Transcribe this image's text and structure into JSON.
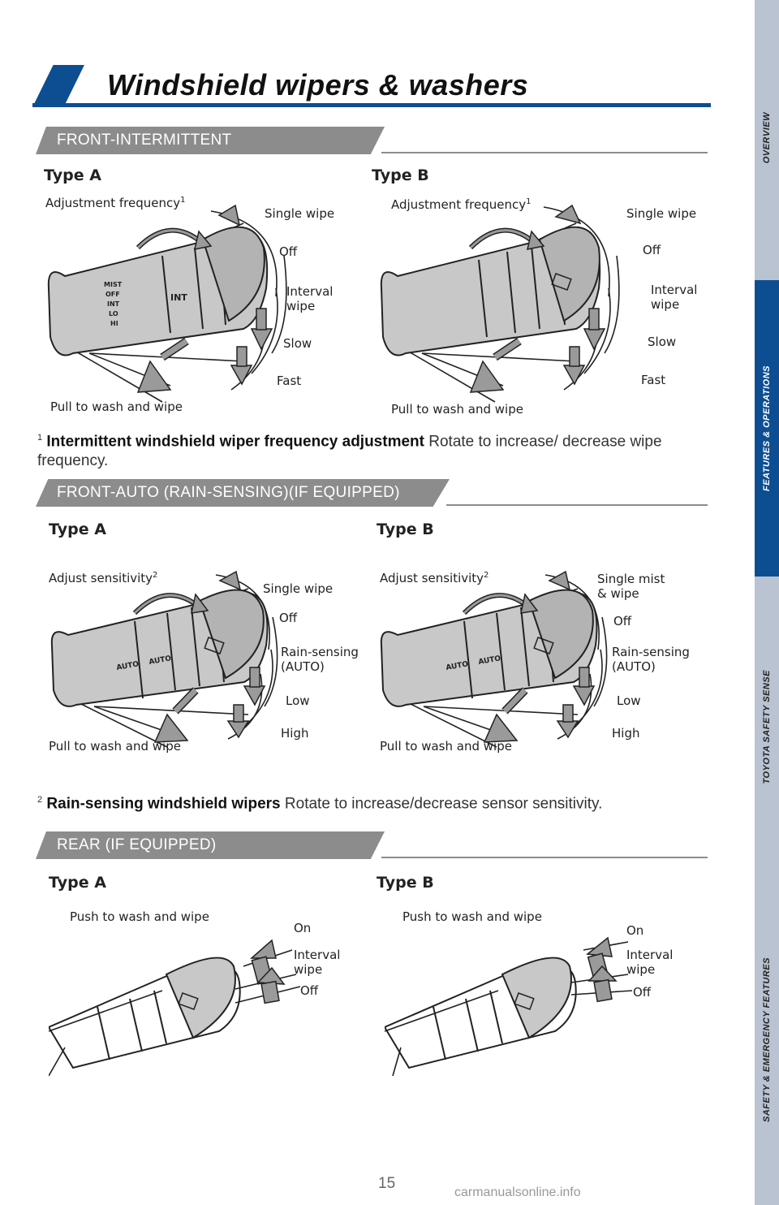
{
  "title": "Windshield wipers & washers",
  "sections": {
    "front_intermittent": {
      "header": "FRONT-INTERMITTENT",
      "type_a": {
        "label": "Type A",
        "adjust": "Adjustment frequency",
        "adjust_sup": "1",
        "single": "Single wipe",
        "off": "Off",
        "interval": "Interval\nwipe",
        "slow": "Slow",
        "fast": "Fast",
        "pull": "Pull to wash and wipe",
        "stalk_marks": [
          "MIST",
          "OFF",
          "INT",
          "LO",
          "HI"
        ],
        "int_mark": "INT"
      },
      "type_b": {
        "label": "Type B",
        "adjust": "Adjustment frequency",
        "adjust_sup": "1",
        "single": "Single wipe",
        "off": "Off",
        "interval": "Interval\nwipe",
        "slow": "Slow",
        "fast": "Fast",
        "pull": "Pull to wash and wipe"
      },
      "note_sup": "1",
      "note_bold": "Intermittent windshield wiper frequency adjustment",
      "note_text": " Rotate to increase/ decrease wipe frequency."
    },
    "front_auto": {
      "header": "FRONT-AUTO (RAIN-SENSING)(IF EQUIPPED)",
      "type_a": {
        "label": "Type A",
        "adjust": "Adjust sensitivity",
        "adjust_sup": "2",
        "single": "Single wipe",
        "off": "Off",
        "auto": "Rain-sensing\n(AUTO)",
        "low": "Low",
        "high": "High",
        "pull": "Pull to wash and wipe"
      },
      "type_b": {
        "label": "Type B",
        "adjust": "Adjust sensitivity",
        "adjust_sup": "2",
        "single": "Single mist\n& wipe",
        "off": "Off",
        "auto": "Rain-sensing\n(AUTO)",
        "low": "Low",
        "high": "High",
        "pull": "Pull to wash and wipe"
      },
      "auto_mark": "AUTO",
      "note_sup": "2",
      "note_bold": "Rain-sensing windshield wipers",
      "note_text": " Rotate to increase/decrease sensor sensitivity."
    },
    "rear": {
      "header": "REAR (IF EQUIPPED)",
      "type_a": {
        "label": "Type A",
        "push": "Push to wash and wipe",
        "on": "On",
        "interval": "Interval\nwipe",
        "off": "Off"
      },
      "type_b": {
        "label": "Type B",
        "push": "Push to wash and wipe",
        "on": "On",
        "interval": "Interval\nwipe",
        "off": "Off"
      }
    }
  },
  "side_tabs": [
    {
      "label": "OVERVIEW",
      "active": false
    },
    {
      "label": "FEATURES & OPERATIONS",
      "active": true
    },
    {
      "label": "TOYOTA SAFETY SENSE",
      "active": false
    },
    {
      "label": "SAFETY & EMERGENCY FEATURES",
      "active": false
    }
  ],
  "page_number": "15",
  "watermark": "carmanualsonline.info",
  "colors": {
    "brand_blue": "#0d4e92",
    "section_gray": "#8c8c8c",
    "stalk_fill": "#c8c8c8",
    "arrow_fill": "#9a9a9a"
  }
}
